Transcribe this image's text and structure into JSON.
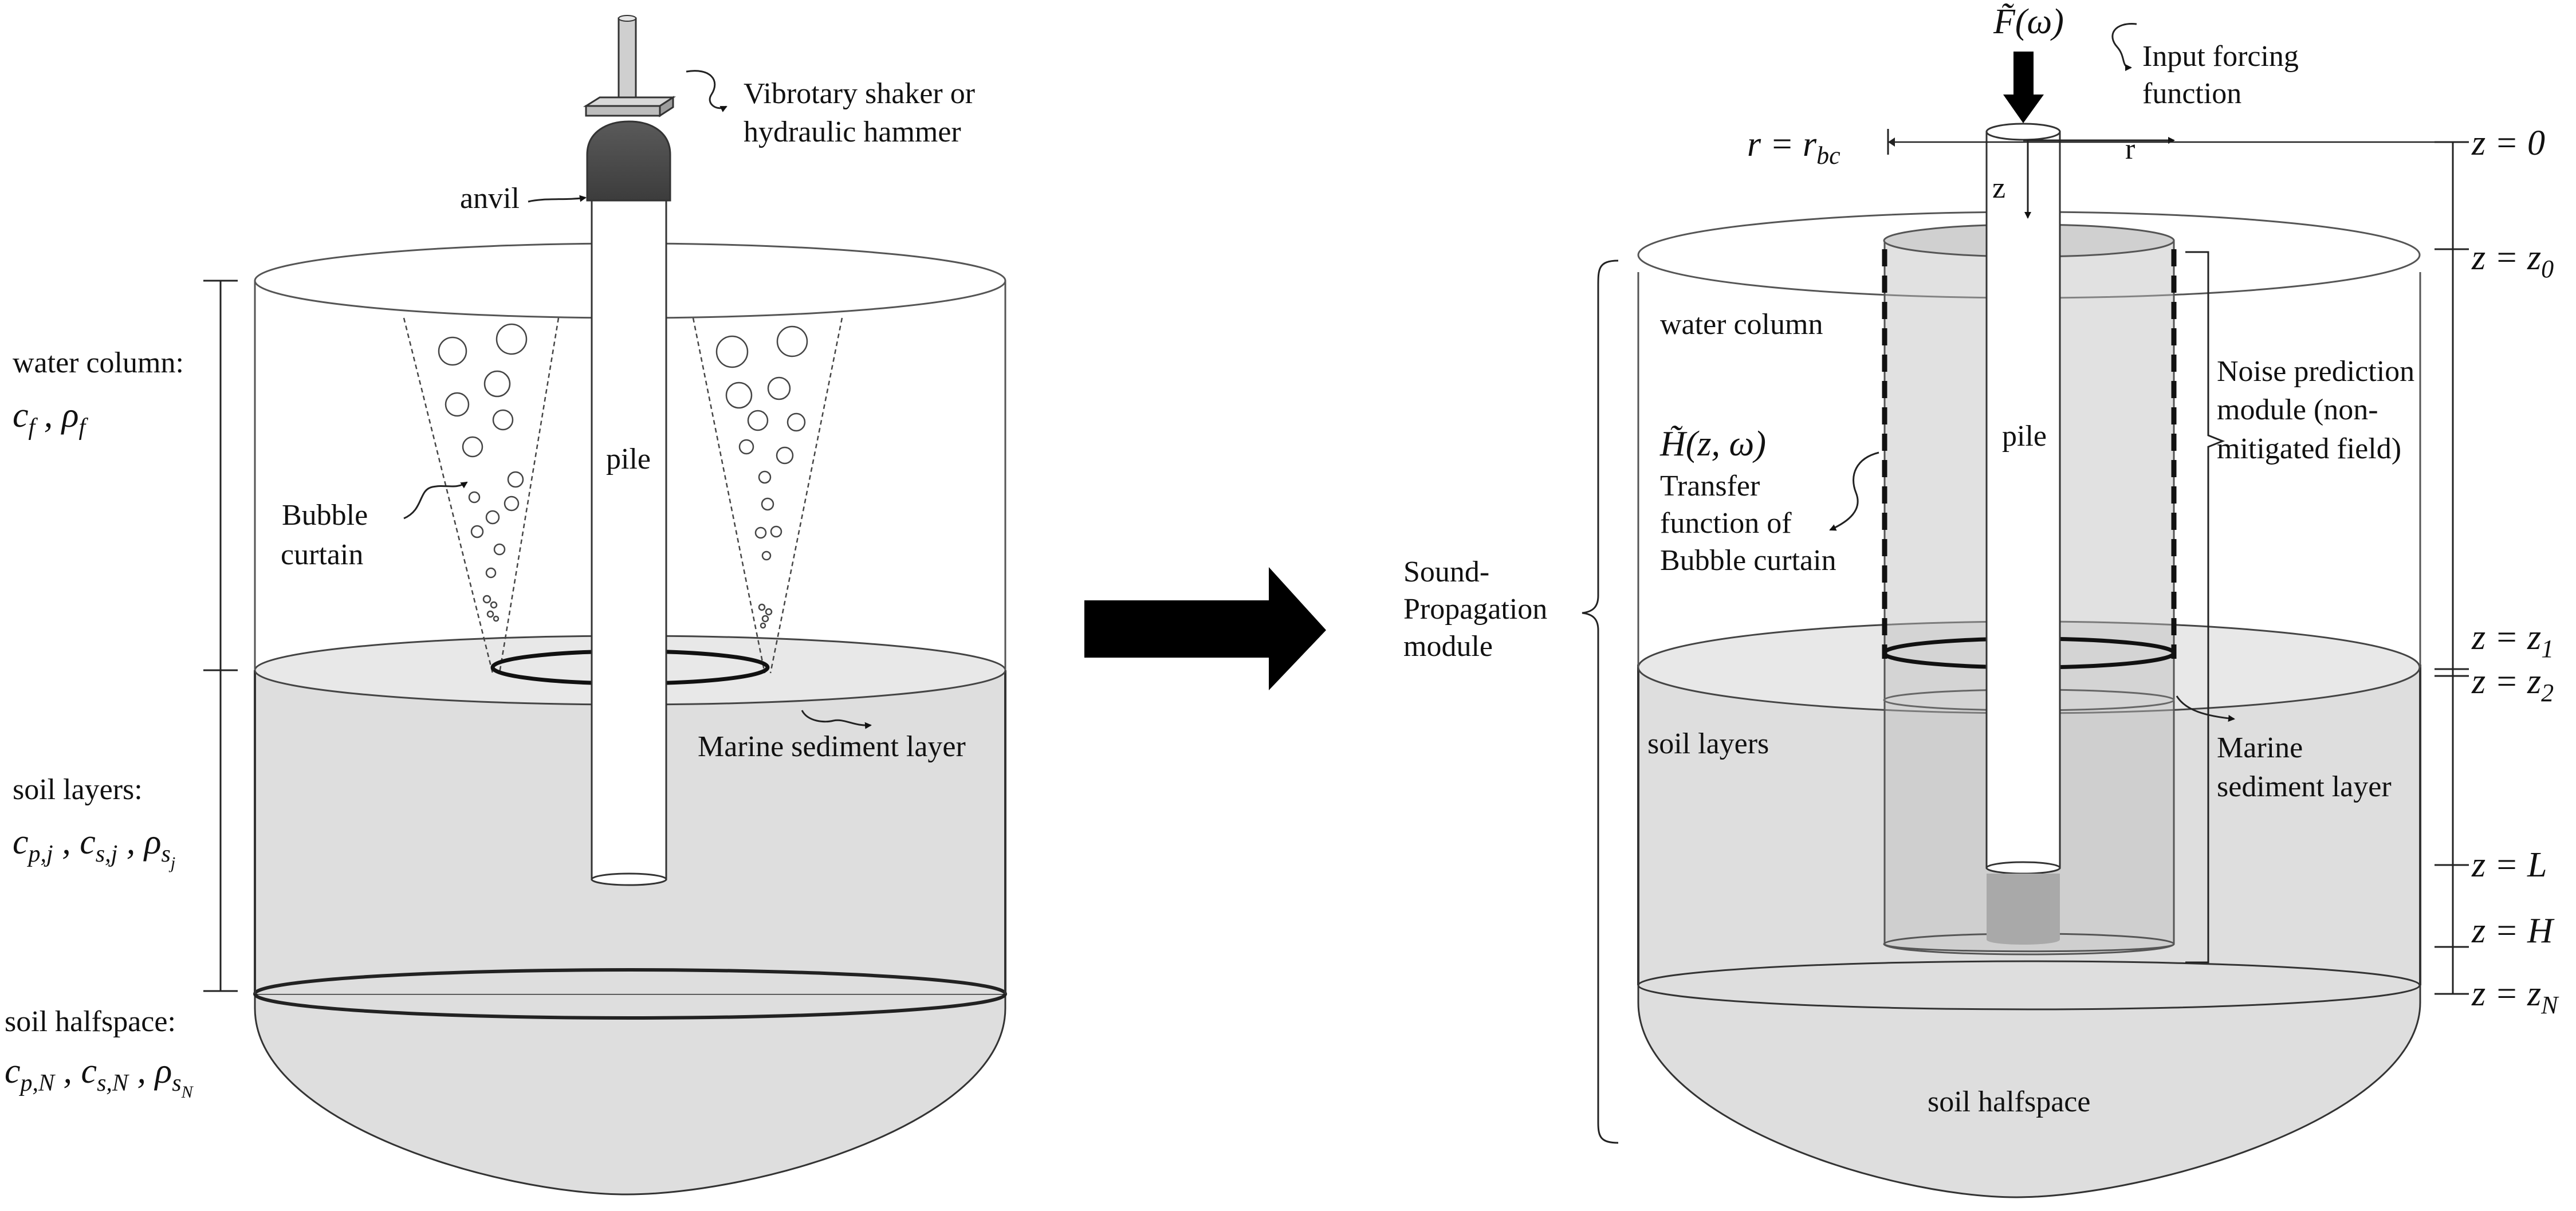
{
  "left_panel": {
    "shaker_label_line1": "Vibrotary shaker or",
    "shaker_label_line2": "hydraulic hammer",
    "anvil_label": "anvil",
    "pile_label": "pile",
    "water_column_label": "water column:",
    "water_params": "c_f , ρ_f",
    "bubble_label_line1": "Bubble",
    "bubble_label_line2": "curtain",
    "soil_layers_label": "soil layers:",
    "soil_params": "c_{p,j} , c_{s,j} , ρ_{s_j}",
    "halfspace_label": "soil halfspace:",
    "halfspace_params": "c_{p,N} , c_{s,N} , ρ_{s_N}",
    "sediment_label": "Marine sediment layer"
  },
  "right_panel": {
    "force_label": "F̃(ω)",
    "input_label_line1": "Input forcing",
    "input_label_line2": "function",
    "r_eq": "r = r_bc",
    "r_axis": "r",
    "z_axis": "z",
    "water_column_label": "water column",
    "pile_label": "pile",
    "transfer_symbol": "H̃(z, ω)",
    "transfer_line1": "Transfer",
    "transfer_line2": "function of",
    "transfer_line3": "Bubble curtain",
    "noise_line1": "Noise prediction",
    "noise_line2": "module (non-",
    "noise_line3": "mitigated field)",
    "sound_line1": "Sound-",
    "sound_line2": "Propagation",
    "sound_line3": "module",
    "soil_layers_label": "soil layers",
    "sediment_line1": "Marine",
    "sediment_line2": "sediment layer",
    "halfspace_label": "soil halfspace",
    "z_levels": [
      "z = 0",
      "z = z0",
      "z = z1",
      "z = z2",
      "z = L",
      "z = H",
      "z = zN"
    ]
  }
}
